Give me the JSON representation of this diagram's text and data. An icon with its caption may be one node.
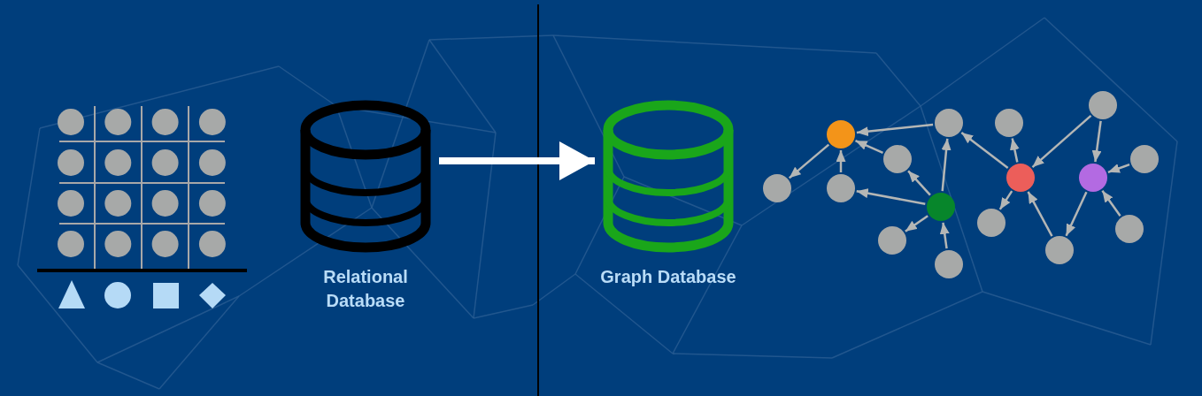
{
  "diagram": {
    "nodes": [
      {
        "text": [
          "Relational Database"
        ]
      },
      {
        "text": [
          "Graph Database"
        ]
      },
      {
        "text": [],
        "shape": "circle"
      },
      {
        "text": [],
        "shape": "circle"
      },
      {
        "text": [],
        "shape": "circle"
      },
      {
        "text": [],
        "shape": "circle"
      },
      {
        "text": [],
        "shape": "circle"
      },
      {
        "text": [],
        "shape": "circle"
      },
      {
        "text": [],
        "shape": "circle"
      },
      {
        "text": [],
        "shape": "circle"
      },
      {
        "text": [],
        "shape": "circle"
      },
      {
        "text": [],
        "shape": "circle"
      },
      {
        "text": [],
        "shape": "circle"
      },
      {
        "text": [],
        "shape": "circle"
      },
      {
        "text": [],
        "shape": "circle"
      },
      {
        "text": [],
        "shape": "circle"
      },
      {
        "text": [],
        "shape": "circle"
      },
      {
        "text": [],
        "shape": "circle"
      }
    ],
    "edges": [
      {
        "from": 0,
        "to": 1,
        "arrow": "to",
        "style": "thick",
        "color": "#ffffff"
      },
      {
        "from": 6,
        "to": 2,
        "arrow": "to"
      },
      {
        "from": 5,
        "to": 2,
        "arrow": "to"
      },
      {
        "from": 4,
        "to": 2,
        "arrow": "to"
      },
      {
        "from": 2,
        "to": 3,
        "arrow": "to"
      },
      {
        "from": 7,
        "to": 4,
        "arrow": "to"
      },
      {
        "from": 7,
        "to": 5,
        "arrow": "to"
      },
      {
        "from": 7,
        "to": 6,
        "arrow": "to"
      },
      {
        "from": 7,
        "to": 8,
        "arrow": "to"
      },
      {
        "from": 9,
        "to": 7,
        "arrow": "to"
      },
      {
        "from": 11,
        "to": 6,
        "arrow": "to"
      },
      {
        "from": 11,
        "to": 10,
        "arrow": "to"
      },
      {
        "from": 11,
        "to": 12,
        "arrow": "to"
      },
      {
        "from": 16,
        "to": 11,
        "arrow": "to"
      },
      {
        "from": 13,
        "to": 11,
        "arrow": "to"
      },
      {
        "from": 13,
        "to": 14,
        "arrow": "to"
      },
      {
        "from": 15,
        "to": 14,
        "arrow": "to"
      },
      {
        "from": 14,
        "to": 16,
        "arrow": "to"
      },
      {
        "from": 17,
        "to": 14,
        "arrow": "to"
      }
    ]
  }
}
